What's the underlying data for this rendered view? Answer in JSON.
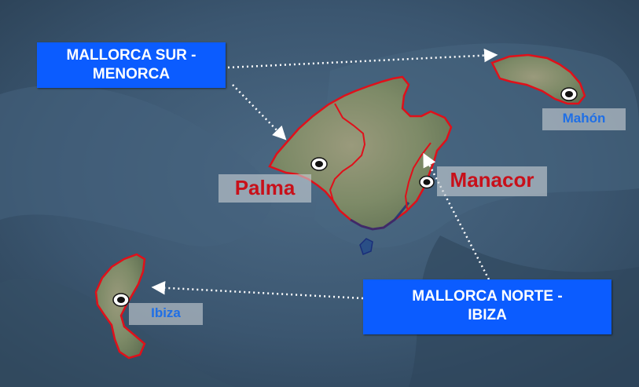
{
  "map": {
    "colors": {
      "sea": "#39526a",
      "land": "#7d8a67",
      "boundary": "#e0101a",
      "callout_bg": "#0b5cff",
      "city_major": "#c8101a",
      "city_minor": "#1f6fe6"
    }
  },
  "callouts": {
    "top": {
      "line1": "MALLORCA SUR -",
      "line2": "MENORCA"
    },
    "bottom": {
      "line1": "MALLORCA NORTE -",
      "line2": "IBIZA"
    }
  },
  "cities": {
    "palma": "Palma",
    "manacor": "Manacor",
    "mahon": "Mahón",
    "ibiza": "Ibiza"
  }
}
